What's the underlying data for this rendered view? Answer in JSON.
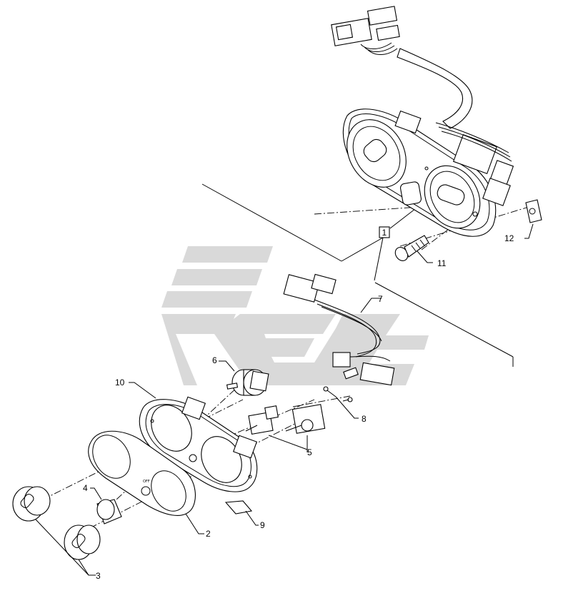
{
  "diagram": {
    "type": "exploded-parts-view",
    "callouts": [
      {
        "id": "c1",
        "label": "1"
      },
      {
        "id": "c2",
        "label": "2"
      },
      {
        "id": "c3",
        "label": "3"
      },
      {
        "id": "c4",
        "label": "4"
      },
      {
        "id": "c5",
        "label": "5"
      },
      {
        "id": "c6",
        "label": "6"
      },
      {
        "id": "c7",
        "label": "7"
      },
      {
        "id": "c8",
        "label": "8"
      },
      {
        "id": "c9",
        "label": "9"
      },
      {
        "id": "c10",
        "label": "10"
      },
      {
        "id": "c11",
        "label": "11"
      },
      {
        "id": "c12",
        "label": "12"
      }
    ],
    "watermark": "brand-logo-watermark",
    "line_color": "#000000",
    "watermark_color": "#d9d9d9"
  }
}
